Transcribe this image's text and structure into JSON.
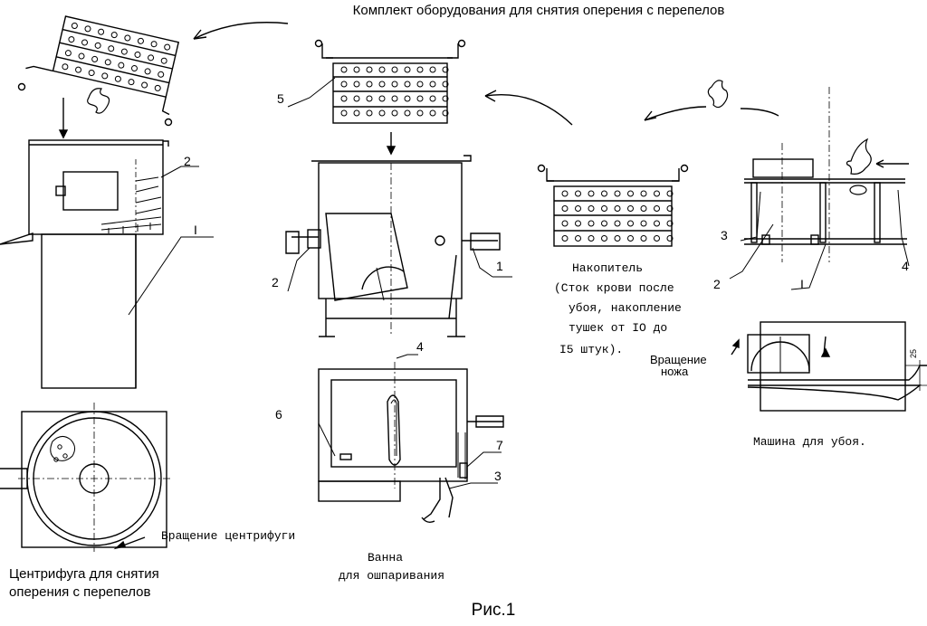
{
  "title": "Комплект оборудования для снятия оперения с перепелов",
  "figure_caption": "Рис.1",
  "centrifuge": {
    "caption_line1": "Центрифуга для снятия",
    "caption_line2": "оперения с перепелов",
    "rotation_label": "Вращение центрифуги",
    "callout_2": "2",
    "callout_I": "I"
  },
  "bath": {
    "caption_line1": "Ванна",
    "caption_line2": "для ошпаривания",
    "callout_1": "1",
    "callout_2": "2",
    "callout_3": "3",
    "callout_4": "4",
    "callout_5": "5",
    "callout_6": "6",
    "callout_7": "7"
  },
  "accumulator": {
    "line1": "Накопитель",
    "line2": "(Сток крови после",
    "line3": "убоя, накопление",
    "line4": "тушек от IO до",
    "line5": "I5 штук)."
  },
  "slaughter_machine": {
    "caption": "Машина для убоя.",
    "knife_rotation_line1": "Вращение",
    "knife_rotation_line2": "ножа",
    "dimension": "25",
    "callout_2": "2",
    "callout_3": "3",
    "callout_4": "4",
    "callout_I": "I"
  }
}
